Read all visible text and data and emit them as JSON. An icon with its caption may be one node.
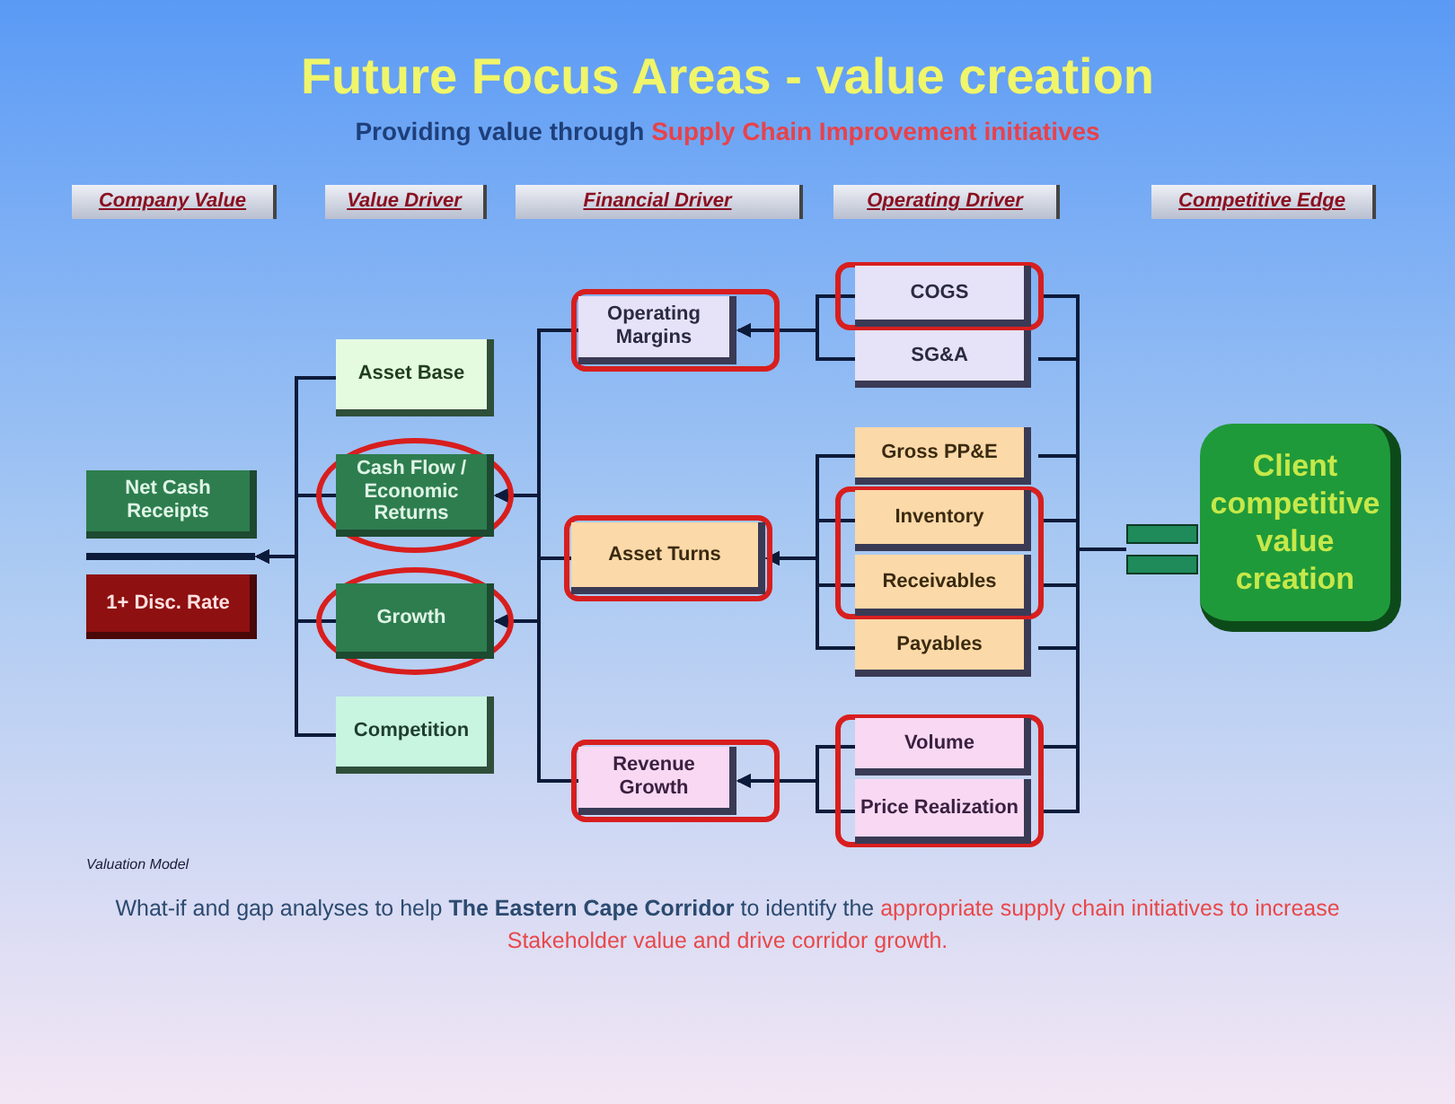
{
  "diagram": {
    "title": "Future Focus Areas - value creation",
    "nodes": [
      {
        "text": [
          "Net Cash Receipts"
        ]
      },
      {
        "text": [
          "1+ Disc. Rate"
        ]
      },
      {
        "text": [
          "Asset Base"
        ]
      },
      {
        "text": [
          "Cash Flow / Economic Returns"
        ]
      },
      {
        "text": [
          "Growth"
        ]
      },
      {
        "text": [
          "Competition"
        ]
      },
      {
        "text": [
          "Operating Margins"
        ]
      },
      {
        "text": [
          "Asset Turns"
        ]
      },
      {
        "text": [
          "Revenue Growth"
        ]
      },
      {
        "text": [
          "COGS"
        ]
      },
      {
        "text": [
          "SG&A"
        ]
      },
      {
        "text": [
          "Gross PP&E"
        ]
      },
      {
        "text": [
          "Inventory"
        ]
      },
      {
        "text": [
          "Receivables"
        ]
      },
      {
        "text": [
          "Payables"
        ]
      },
      {
        "text": [
          "Volume"
        ]
      },
      {
        "text": [
          "Price Realization"
        ]
      },
      {
        "text": [
          "Client competitive value creation"
        ]
      },
      {
        "text": [],
        "shape": "bar"
      },
      {
        "text": [],
        "shape": "box"
      }
    ],
    "edges": [
      {
        "from": 2,
        "to": 18,
        "arrow": "to"
      },
      {
        "from": 3,
        "to": 18,
        "arrow": "to"
      },
      {
        "from": 4,
        "to": 18,
        "arrow": "to"
      },
      {
        "from": 5,
        "to": 18,
        "arrow": "to"
      },
      {
        "from": 6,
        "to": 3,
        "arrow": "to"
      },
      {
        "from": 7,
        "to": 3,
        "arrow": "to"
      },
      {
        "from": 7,
        "to": 4,
        "arrow": "to"
      },
      {
        "from": 8,
        "to": 4,
        "arrow": "to"
      },
      {
        "from": 9,
        "to": 6,
        "arrow": "to"
      },
      {
        "from": 10,
        "to": 6,
        "arrow": "to"
      },
      {
        "from": 11,
        "to": 7,
        "arrow": "to"
      },
      {
        "from": 12,
        "to": 7,
        "arrow": "to"
      },
      {
        "from": 13,
        "to": 7,
        "arrow": "to"
      },
      {
        "from": 14,
        "to": 7,
        "arrow": "to"
      },
      {
        "from": 15,
        "to": 8,
        "arrow": "to"
      },
      {
        "from": 16,
        "to": 8,
        "arrow": "to"
      },
      {
        "from": 9,
        "to": 19,
        "arrow": "none"
      },
      {
        "from": 10,
        "to": 19,
        "arrow": "none"
      },
      {
        "from": 11,
        "to": 19,
        "arrow": "none"
      },
      {
        "from": 12,
        "to": 19,
        "arrow": "none"
      },
      {
        "from": 13,
        "to": 19,
        "arrow": "none"
      },
      {
        "from": 14,
        "to": 19,
        "arrow": "none"
      },
      {
        "from": 15,
        "to": 19,
        "arrow": "none"
      },
      {
        "from": 16,
        "to": 19,
        "arrow": "none"
      }
    ],
    "labels": [
      "Providing value through",
      "Supply Chain Improvement initiatives",
      "Company Value",
      "Value Driver",
      "Financial Driver",
      "Operating Driver",
      "Competitive Edge",
      "Valuation Model",
      "What-if and gap analyses to help **The Eastern Cape Corridor** to identify the",
      "appropriate supply chain initiatives to increase Stakeholder value and drive corridor growth."
    ]
  }
}
